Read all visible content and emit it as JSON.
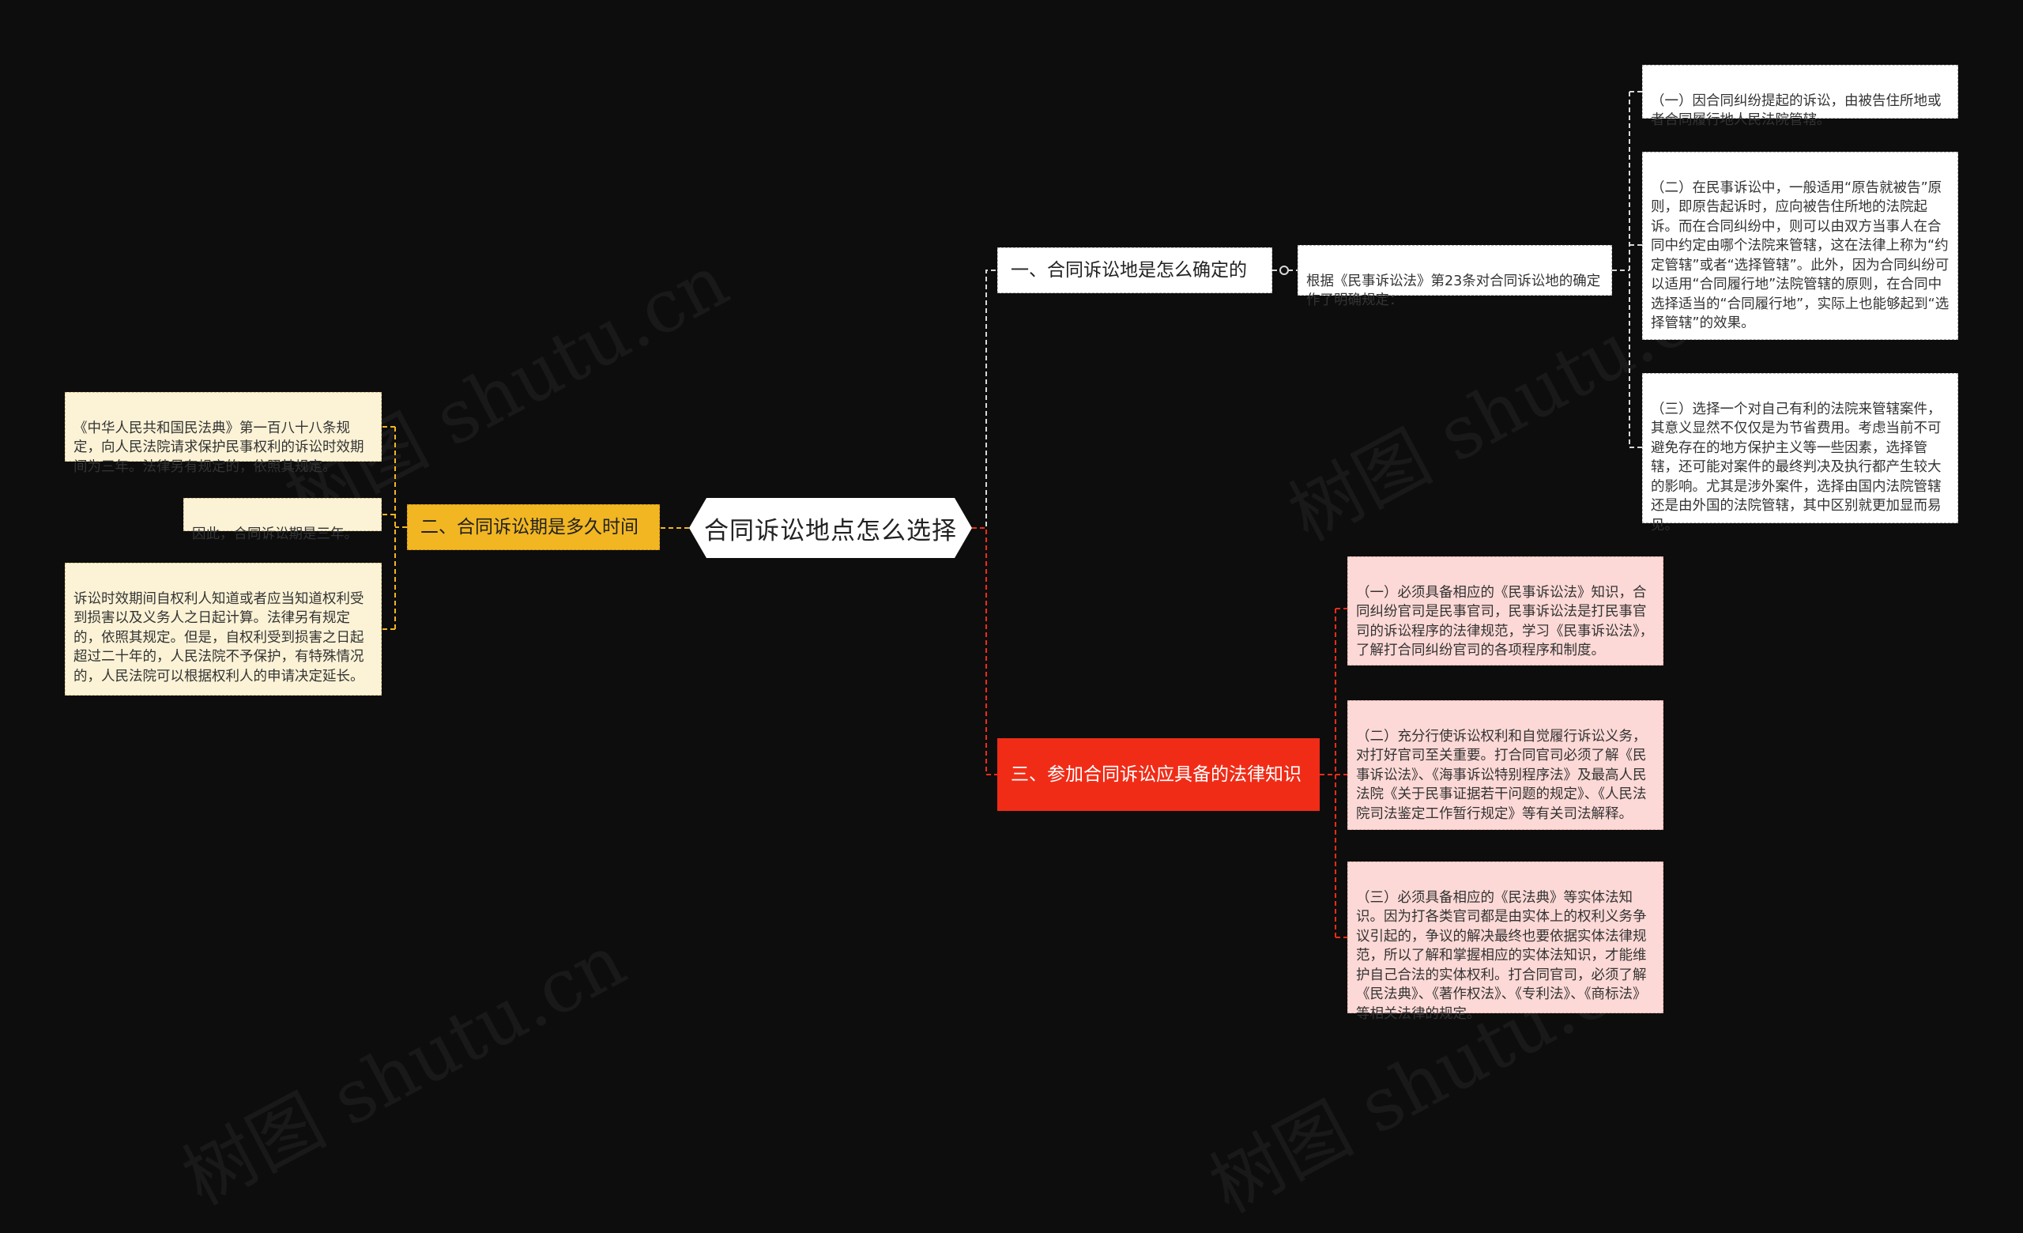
{
  "watermark": "树图 shutu.cn",
  "center": {
    "label": "合同诉讼地点怎么选择"
  },
  "branches": [
    {
      "label": "一、合同诉讼地是怎么确定的"
    },
    {
      "label": "二、合同诉讼期是多久时间"
    },
    {
      "label": "三、参加合同诉讼应具备的法律知识"
    }
  ],
  "b1_mid": {
    "text": "根据《民事诉讼法》第23条对合同诉讼地的确定作了明确规定："
  },
  "b1_leaves": [
    {
      "text": "（一）因合同纠纷提起的诉讼，由被告住所地或者合同履行地人民法院管辖。"
    },
    {
      "text": "（二）在民事诉讼中，一般适用“原告就被告”原则，即原告起诉时，应向被告住所地的法院起诉。而在合同纠纷中，则可以由双方当事人在合同中约定由哪个法院来管辖，这在法律上称为“约定管辖”或者“选择管辖”。此外，因为合同纠纷可以适用“合同履行地”法院管辖的原则，在合同中选择适当的“合同履行地”，实际上也能够起到“选择管辖”的效果。"
    },
    {
      "text": "（三）选择一个对自己有利的法院来管辖案件，其意义显然不仅仅是为节省费用。考虑当前不可避免存在的地方保护主义等一些因素，选择管辖，还可能对案件的最终判决及执行都产生较大的影响。尤其是涉外案件，选择由国内法院管辖还是由外国的法院管辖，其中区别就更加显而易见。"
    }
  ],
  "b2_leaves": [
    {
      "text": "《中华人民共和国民法典》第一百八十八条规定，向人民法院请求保护民事权利的诉讼时效期间为三年。法律另有规定的，依照其规定。"
    },
    {
      "text": "因此，合同诉讼期是三年。"
    },
    {
      "text": "诉讼时效期间自权利人知道或者应当知道权利受到损害以及义务人之日起计算。法律另有规定的，依照其规定。但是，自权利受到损害之日起超过二十年的，人民法院不予保护，有特殊情况的，人民法院可以根据权利人的申请决定延长。"
    }
  ],
  "b3_leaves": [
    {
      "text": "（一）必须具备相应的《民事诉讼法》知识，合同纠纷官司是民事官司，民事诉讼法是打民事官司的诉讼程序的法律规范，学习《民事诉讼法》，了解打合同纠纷官司的各项程序和制度。"
    },
    {
      "text": "（二）充分行使诉讼权利和自觉履行诉讼义务，对打好官司至关重要。打合同官司必须了解《民事诉讼法》、《海事诉讼特别程序法》及最高人民法院《关于民事证据若干问题的规定》、《人民法院司法鉴定工作暂行规定》等有关司法解释。"
    },
    {
      "text": "（三）必须具备相应的《民法典》等实体法知识。因为打各类官司都是由实体上的权利义务争议引起的，争议的解决最终也要依据实体法律规范，所以了解和掌握相应的实体法知识，才能维护自己合法的实体权利。打合同官司，必须了解《民法典》、《著作权法》、《专利法》、《商标法》等相关法律的规定。"
    }
  ],
  "colors": {
    "background": "#0e0d0d",
    "branch1": "#ffffff",
    "branch2": "#f1b622",
    "branch3": "#f02c17",
    "leaf_yellow": "#fcf3d6",
    "leaf_pink": "#fcd9d6"
  }
}
